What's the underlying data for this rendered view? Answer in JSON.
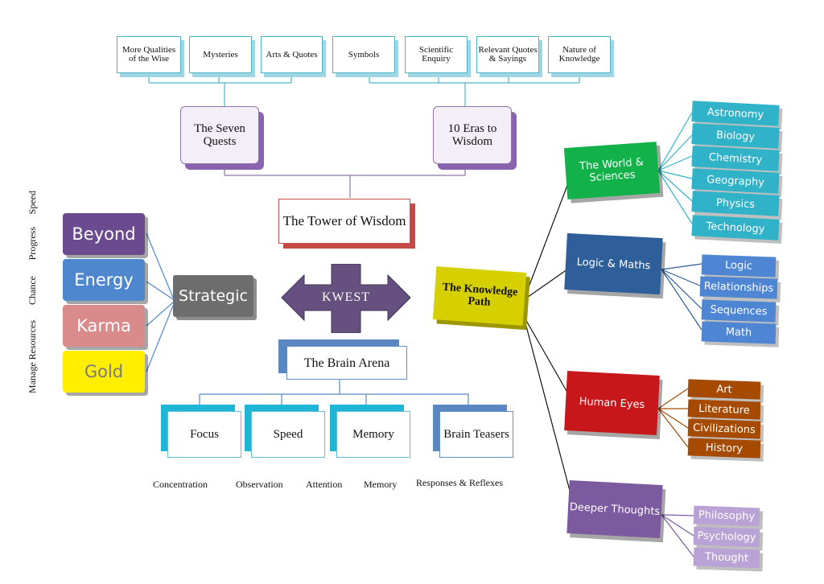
{
  "top_row": [
    "More Qualities of the Wise",
    "Mysteries",
    "Arts & Quotes",
    "Symbols",
    "Scientific Enquiry",
    "Relevant Quotes & Sayings",
    "Nature of Knowledge"
  ],
  "quests": {
    "left": "The Seven Quests",
    "right": "10 Eras to Wisdom"
  },
  "tower": "The Tower of Wisdom",
  "kwest": "KWEST",
  "brain_arena": "The Brain Arena",
  "strategic": "Strategic",
  "stack": [
    "Beyond",
    "Energy",
    "Karma",
    "Gold"
  ],
  "side_labels": [
    "Manage Resources",
    "Chance",
    "Progress",
    "Speed"
  ],
  "skills": [
    "Focus",
    "Speed",
    "Memory",
    "Brain Teasers"
  ],
  "skill_captions": [
    "Concentration",
    "Observation",
    "Attention",
    "Memory",
    "Responses & Reflexes"
  ],
  "knowledge_path": "The Knowledge Path",
  "branches": {
    "world": {
      "label": "The World & Sciences",
      "items": [
        "Astronomy",
        "Biology",
        "Chemistry",
        "Geography",
        "Physics",
        "Technology"
      ]
    },
    "logic": {
      "label": "Logic & Maths",
      "items": [
        "Logic",
        "Relationships",
        "Sequences",
        "Math"
      ]
    },
    "human": {
      "label": "Human Eyes",
      "items": [
        "Art",
        "Literature",
        "Civilizations",
        "History"
      ]
    },
    "deeper": {
      "label": "Deeper Thoughts",
      "items": [
        "Philosophy",
        "Psychology",
        "Thought"
      ]
    }
  },
  "colors": {
    "top_border": "#4fb3c9",
    "quest_shadow": "#8a63b0",
    "tower_shadow": "#c44a47",
    "beyond": "#6b4a8f",
    "energy": "#4f87cf",
    "karma": "#d98a8a",
    "gold": "#ffee00",
    "world": "#12b14a",
    "logic": "#2f5f9a",
    "human": "#c8171a",
    "deeper": "#7b5aa0",
    "world_leaf": "#30b3c8",
    "logic_leaf": "#4f86d3",
    "human_leaf": "#a64a00",
    "deeper_leaf": "#b9a3d6",
    "knowledge": "#d6d000",
    "kwest": "#65507f"
  }
}
